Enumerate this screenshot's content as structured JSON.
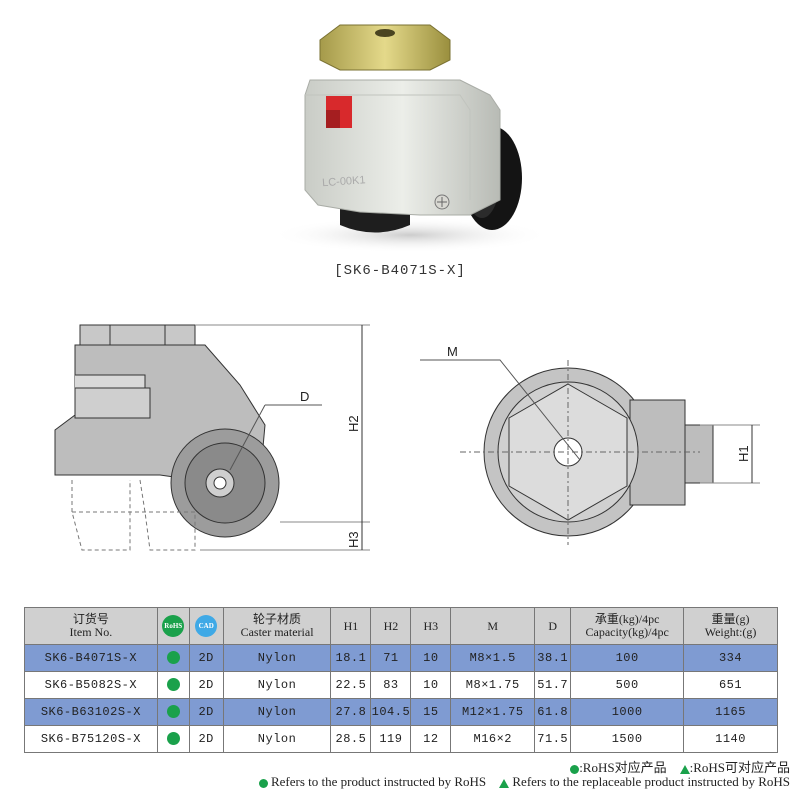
{
  "photo_caption": "[SK6-B4071S-X]",
  "drawing_labels": {
    "D": "D",
    "H2": "H2",
    "H3": "H3",
    "M": "M",
    "H1": "H1",
    "part_marking": "LC-00K1"
  },
  "table": {
    "headers": {
      "item_cn": "订货号",
      "item_en": "Item No.",
      "rohs_icon": "RoHS",
      "cad_icon": "CAD",
      "material_cn": "轮子材质",
      "material_en": "Caster material",
      "h1": "H1",
      "h2": "H2",
      "h3": "H3",
      "m": "M",
      "d": "D",
      "capacity_cn": "承重(kg)/4pc",
      "capacity_en": "Capacity(kg)/4pc",
      "weight_cn": "重量(g)",
      "weight_en": "Weight:(g)"
    },
    "rows": [
      {
        "item": "SK6-B4071S-X",
        "cad": "2D",
        "material": "Nylon",
        "h1": "18.1",
        "h2": "71",
        "h3": "10",
        "m": "M8×1.5",
        "d": "38.1",
        "capacity": "100",
        "weight": "334"
      },
      {
        "item": "SK6-B5082S-X",
        "cad": "2D",
        "material": "Nylon",
        "h1": "22.5",
        "h2": "83",
        "h3": "10",
        "m": "M8×1.75",
        "d": "51.7",
        "capacity": "500",
        "weight": "651"
      },
      {
        "item": "SK6-B63102S-X",
        "cad": "2D",
        "material": "Nylon",
        "h1": "27.8",
        "h2": "104.5",
        "h3": "15",
        "m": "M12×1.75",
        "d": "61.8",
        "capacity": "1000",
        "weight": "1165"
      },
      {
        "item": "SK6-B75120S-X",
        "cad": "2D",
        "material": "Nylon",
        "h1": "28.5",
        "h2": "119",
        "h3": "12",
        "m": "M16×2",
        "d": "71.5",
        "capacity": "1500",
        "weight": "1140"
      }
    ]
  },
  "legend": {
    "line1_a": ":RoHS对应产品",
    "line1_b": ":RoHS可对应产品",
    "line2_a": "Refers to the product instructed by RoHS",
    "line2_b": "Refers to the replaceable product instructed by RoHS"
  },
  "colors": {
    "highlight_row": "#7f9bd2",
    "rohs_green": "#1aa14b",
    "cad_blue": "#3fa9e6",
    "header_gray": "#d0d0d0"
  }
}
